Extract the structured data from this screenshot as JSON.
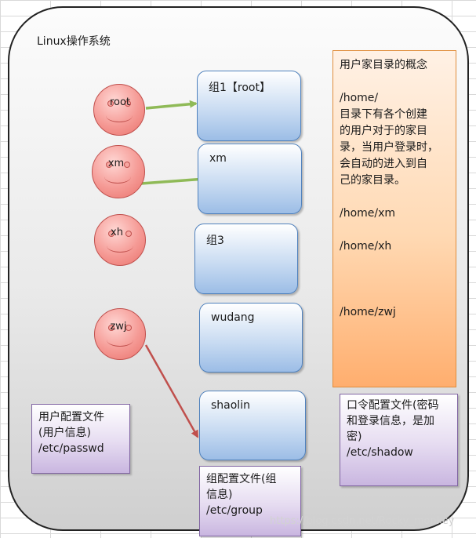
{
  "os": {
    "title": "Linux操作系统"
  },
  "users": [
    {
      "name": "root"
    },
    {
      "name": "xm"
    },
    {
      "name": "xh"
    },
    {
      "name": "zwj"
    }
  ],
  "groups": [
    {
      "label": "组1【root】"
    },
    {
      "label": "xm"
    },
    {
      "label": "组3"
    },
    {
      "label": "wudang"
    },
    {
      "label": "shaolin"
    }
  ],
  "home_note": {
    "title": "用户家目录的概念",
    "path": "/home/",
    "desc": "目录下有各个创建\n的用户对于的家目\n录，当用户登录时，\n会自动的进入到自\n己的家目录。",
    "paths": [
      "/home/xm",
      "/home/xh",
      "/home/zwj"
    ]
  },
  "user_config": {
    "lines": [
      "用户配置文件",
      "(用户信息)",
      "/etc/passwd"
    ]
  },
  "group_config": {
    "lines": [
      "组配置文件(组",
      "信息)",
      "/etc/group"
    ]
  },
  "shadow_config": {
    "lines": [
      "口令配置文件(密码",
      "和登录信息，是加",
      "密)",
      "/etc/shadow"
    ]
  },
  "colors": {
    "green_arrow": "#8fba57",
    "red_arrow": "#c0504d"
  },
  "watermark": "https://blog.csdn.net/Rocky_monkey"
}
